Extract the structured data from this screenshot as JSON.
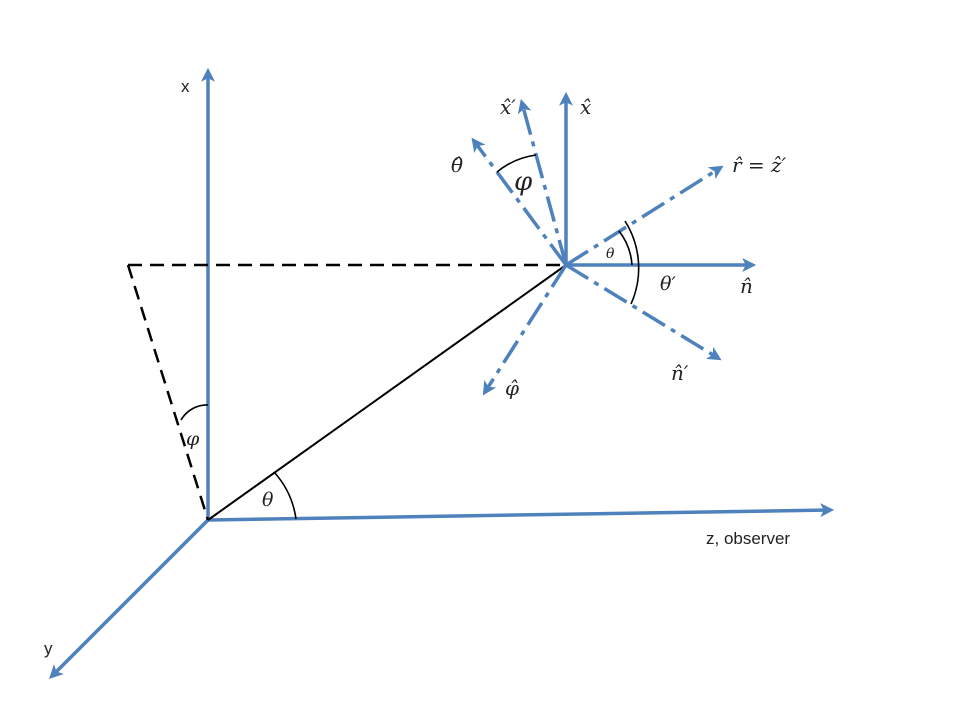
{
  "axis_labels": {
    "x": "x",
    "y": "y",
    "z": "z, observer"
  },
  "vector_labels": {
    "x_hat": "x̂",
    "x_hat_prime": "x̂′",
    "theta_hat": "θ̂",
    "r_hat_eq_z_hat_prime": "r̂ = ẑ′",
    "n_hat": "n̂",
    "n_hat_prime": "n̂′",
    "phi_hat": "φ̂"
  },
  "angle_labels": {
    "theta_origin": "θ",
    "phi_origin": "φ",
    "phi_point": "φ",
    "theta_point": "θ",
    "theta_prime_point": "θ′"
  },
  "colors": {
    "axis_blue": "#4f81bd",
    "construction_black": "#000000",
    "background": "#ffffff"
  }
}
